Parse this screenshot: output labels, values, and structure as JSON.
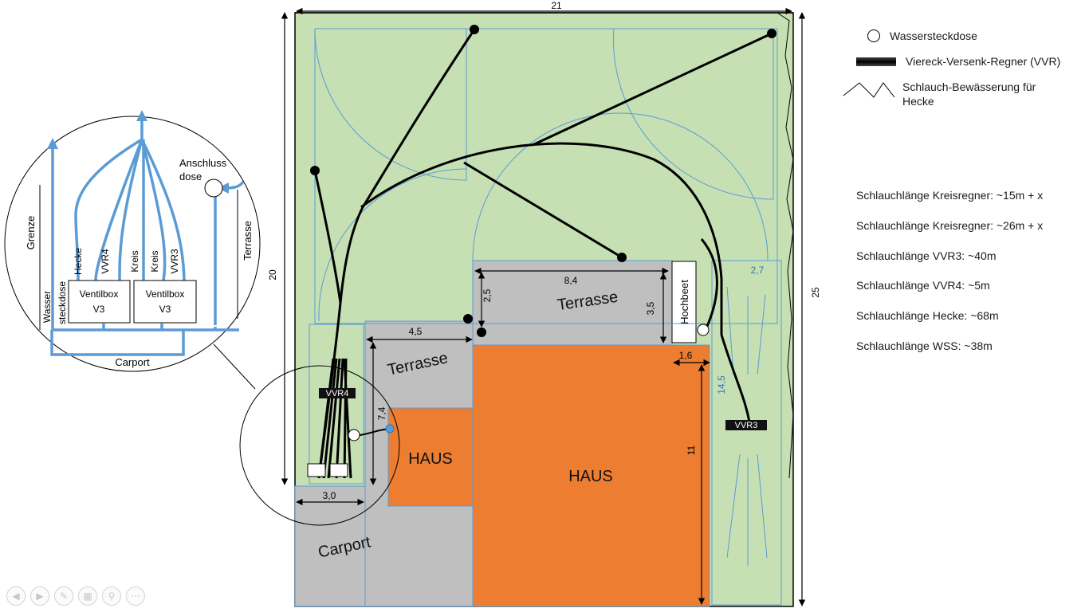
{
  "legend": {
    "water_socket": "Wassersteckdose",
    "vvr": "Viereck-Versenk-Regner (VVR)",
    "hedge_line1": "Schlauch-Bewässerung für",
    "hedge_line2": "Hecke"
  },
  "hose_lengths": [
    "Schlauchlänge Kreisregner: ~15m + x",
    "Schlauchlänge Kreisregner: ~26m + x",
    "Schlauchlänge VVR3: ~40m",
    "Schlauchlänge VVR4: ~5m",
    "Schlauchlänge Hecke: ~68m",
    "Schlauchlänge WSS: ~38m"
  ],
  "plan": {
    "dim_width": "21",
    "dim_height_left": "20",
    "dim_height_right": "25",
    "dim_terrace_top_w": "8,4",
    "dim_terrace_top_h": "3,5",
    "dim_25": "2,5",
    "dim_hochbeet_w": "1,6",
    "dim_strip_w": "2,7",
    "dim_strip_h": "14,5",
    "dim_house_h": "11",
    "dim_terrace_left_w": "4,5",
    "dim_74": "7,4",
    "dim_carport_w": "3,0",
    "label_terrace_top": "Terrasse",
    "label_terrace_left": "Terrasse",
    "label_hochbeet": "Hochbeet",
    "label_haus_small": "HAUS",
    "label_haus_big": "HAUS",
    "label_carport": "Carport",
    "label_vvr4": "VVR4",
    "label_vvr3": "VVR3"
  },
  "detail": {
    "anschluss_line1": "Anschluss",
    "anschluss_line2": "dose",
    "grenze": "Grenze",
    "terrasse": "Terrasse",
    "wasser": "Wasser",
    "steckdose": "steckdose",
    "hecke": "Hecke",
    "vvr4": "VVR4",
    "kreis1": "Kreis",
    "kreis2": "Kreis",
    "vvr3": "VVR3",
    "box1_line1": "Ventilbox",
    "box1_line2": "V3",
    "box2_line1": "Ventilbox",
    "box2_line2": "V3",
    "carport": "Carport"
  },
  "toolbar": [
    "prev-icon",
    "next-icon",
    "pen-icon",
    "slides-icon",
    "zoom-icon",
    "more-icon"
  ],
  "colors": {
    "lawn": "#c6e0b4",
    "paving": "#bfbfbf",
    "house": "#ed7d31",
    "spray": "#5b9bd5",
    "pipe": "#5b9bd5",
    "hose": "#000000"
  }
}
